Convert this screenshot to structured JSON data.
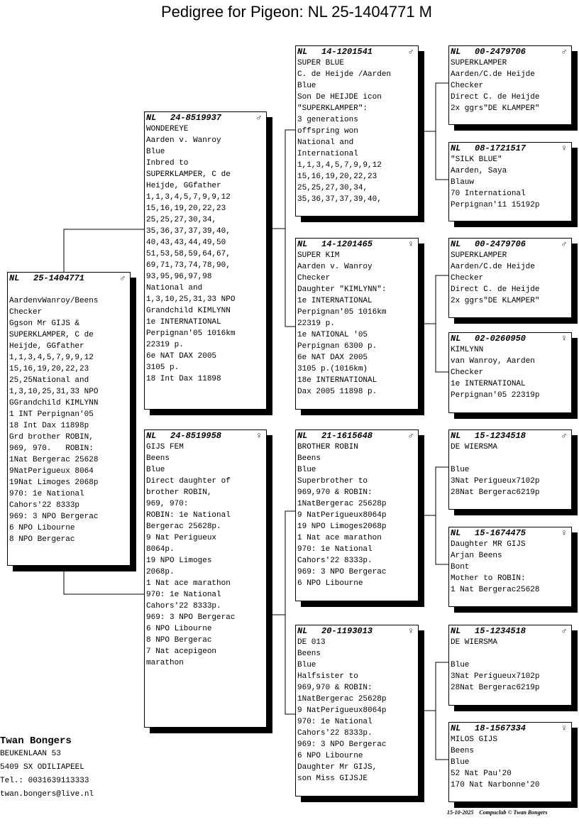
{
  "title": "Pedigree for Pigeon: NL  25-1404771 M",
  "pigeons": {
    "main": {
      "country": "NL",
      "ring": "25-1404771",
      "sex": "♂",
      "lines": [
        "",
        "AardenvWanroy/Beens",
        "Checker",
        "Ggson Mr GIJS &",
        "SUPERKLAMPER, C de",
        "Heijde, GGfather",
        "1,1,3,4,5,7,9,9,12",
        "15,16,19,20,22,23",
        "25,25National and",
        "1,3,10,25,31,33 NPO",
        "GGrandchild KIMLYNN",
        "1 INT Perpignan'05",
        "18 Int Dax 11898p",
        "Grd brother ROBIN,",
        "969, 970.   ROBIN:",
        "1Nat Bergerac 25628",
        "9NatPerigueux 8064",
        "19Nat Limoges 2068p",
        "970: 1e National",
        "Cahors'22 8333p",
        "969: 3 NPO Bergerac",
        "6 NPO Libourne",
        "8 NPO Bergerac"
      ]
    },
    "sire": {
      "country": "NL",
      "ring": "24-8519937",
      "sex": "♂",
      "lines": [
        "WONDEREYE",
        "Aarden v. Wanroy",
        "Blue",
        "Inbred to",
        "SUPERKLAMPER, C de",
        "Heijde, GGfather",
        "1,1,3,4,5,7,9,9,12",
        "15,16,19,20,22,23",
        "25,25,27,30,34,",
        "35,36,37,37,39,40,",
        "40,43,43,44,49,50",
        "51,53,58,59,64,67,",
        "69,71,73,74,78,90,",
        "93,95,96,97,98",
        "National and",
        "1,3,10,25,31,33 NPO",
        "Grandchild KIMLYNN",
        "1e INTERNATIONAL",
        "Perpignan'05 1016km",
        "22319 p.",
        "6e NAT DAX 2005",
        "3105 p.",
        "18 Int Dax 11898"
      ]
    },
    "dam": {
      "country": "NL",
      "ring": "24-8519958",
      "sex": "♀",
      "lines": [
        "GIJS FEM",
        "Beens",
        "Blue",
        "Direct daughter of",
        "brother ROBIN,",
        "969, 970:",
        "ROBIN: 1e National",
        "Bergerac 25628p.",
        "9 Nat Perigueux",
        "8064p.",
        "19 NPO Limoges",
        "2068p.",
        "1 Nat ace marathon",
        "970: 1e National",
        "Cahors'22 8333p.",
        "969: 3 NPO Bergerac",
        "6 NPO Libourne",
        "8 NPO Bergerac",
        "7 Nat acepigeon",
        "marathon"
      ]
    },
    "sire_sire": {
      "country": "NL",
      "ring": "14-1201541",
      "sex": "♂",
      "lines": [
        "SUPER BLUE",
        "C. de Heijde /Aarden",
        "Blue",
        "Son De HEIJDE icon",
        "\"SUPERKLAMPER\":",
        "3 generations",
        "offspring won",
        "National and",
        "International",
        "1,1,3,4,5,7,9,9,12",
        "15,16,19,20,22,23",
        "25,25,27,30,34,",
        "35,36,37,37,39,40,"
      ]
    },
    "sire_dam": {
      "country": "NL",
      "ring": "14-1201465",
      "sex": "♀",
      "lines": [
        "SUPER KIM",
        "Aarden v. Wanroy",
        "Checker",
        "Daughter \"KIMLYNN\":",
        "1e INTERNATIONAL",
        "Perpignan'05 1016km",
        "22319 p.",
        "1e NATIONAL '05",
        "Perpignan 6300 p.",
        "6e NAT DAX 2005",
        "3105 p.(1016km)",
        "18e INTERNATIONAL",
        "Dax 2005 11898 p."
      ]
    },
    "dam_sire": {
      "country": "NL",
      "ring": "21-1615648",
      "sex": "♂",
      "lines": [
        "BROTHER ROBIN",
        "Beens",
        "Blue",
        "Superbrother to",
        "969,970 & ROBIN:",
        "1NatBergerac 25628p",
        "9 NatPerigueux8064p",
        "19 NPO Limoges2068p",
        "1 Nat ace marathon",
        "970: 1e National",
        "Cahors'22 8333p.",
        "969: 3 NPO Bergerac",
        "6 NPO Libourne"
      ]
    },
    "dam_dam": {
      "country": "NL",
      "ring": "20-1193013",
      "sex": "♀",
      "lines": [
        "DE 013",
        "Beens",
        "Blue",
        "Halfsister to",
        "969,970 & ROBIN:",
        "1NatBergerac 25628p",
        "9 NatPerigueux8064p",
        "970: 1e National",
        "Cahors'22 8333p.",
        "969: 3 NPO Bergerac",
        "6 NPO Libourne",
        "Daughter Mr GIJS,",
        "son Miss GIJSJE"
      ]
    },
    "ss_sire": {
      "country": "NL",
      "ring": "00-2479706",
      "sex": "♂",
      "lines": [
        "SUPERKLAMPER",
        "Aarden/C.de Heijde",
        "Checker",
        "Direct C. de Heijde",
        "2x ggrs\"DE KLAMPER\""
      ]
    },
    "ss_dam": {
      "country": "NL",
      "ring": "08-1721517",
      "sex": "♀",
      "lines": [
        "\"SILK BLUE\"",
        "Aarden, Saya",
        "Blauw",
        "70 International",
        "Perpignan'11 15192p"
      ]
    },
    "sd_sire": {
      "country": "NL",
      "ring": "00-2479706",
      "sex": "♂",
      "lines": [
        "SUPERKLAMPER",
        "Aarden/C.de Heijde",
        "Checker",
        "Direct C. de Heijde",
        "2x ggrs\"DE KLAMPER\""
      ]
    },
    "sd_dam": {
      "country": "NL",
      "ring": "02-0260950",
      "sex": "♀",
      "lines": [
        "KIMLYNN",
        "van Wanroy, Aarden",
        "Checker",
        "1e INTERNATIONAL",
        "Perpignan'05 22319p"
      ]
    },
    "ds_sire": {
      "country": "NL",
      "ring": "15-1234518",
      "sex": "♂",
      "lines": [
        "DE WIERSMA",
        "",
        "Blue",
        "3Nat Perigueux7102p",
        "28Nat Bergerac6219p"
      ]
    },
    "ds_dam": {
      "country": "NL",
      "ring": "15-1674475",
      "sex": "♀",
      "lines": [
        "Daughter MR GIJS",
        "Arjan Beens",
        "Bont",
        "Mother to ROBIN:",
        "1 Nat Bergerac25628"
      ]
    },
    "dd_sire": {
      "country": "NL",
      "ring": "15-1234518",
      "sex": "♂",
      "lines": [
        "DE WIERSMA",
        "",
        "Blue",
        "3Nat Perigueux7102p",
        "28Nat Bergerac6219p"
      ]
    },
    "dd_dam": {
      "country": "NL",
      "ring": "18-1567334",
      "sex": "♀",
      "lines": [
        "MILOS GIJS",
        "Beens",
        "Blue",
        "52 Nat Pau'20",
        "170 Nat Narbonne'20"
      ]
    }
  },
  "breeder": {
    "name": "Twan Bongers",
    "address": "BEUKENLAAN 53",
    "city": "5409 SX  ODILIAPEEL",
    "phone": "Tel.: 0031639113333",
    "email": "twan.bongers@live.nl"
  },
  "footer": {
    "date": "15-10-2025",
    "credit": "Compuclub © Twan Bongers"
  }
}
